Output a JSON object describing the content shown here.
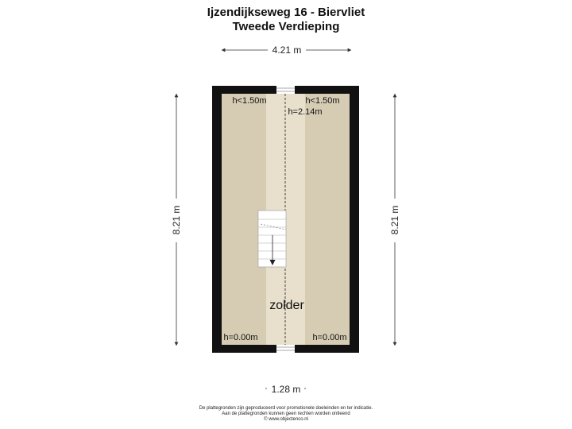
{
  "header": {
    "title": "Ijzendijkseweg 16 - Biervliet",
    "subtitle": "Tweede Verdieping"
  },
  "dimensions": {
    "top": "4.21 m",
    "left": "8.21 m",
    "right": "8.21 m",
    "bottom": "1.28 m"
  },
  "room": {
    "name": "zolder",
    "height_top_left": "h<1.50m",
    "height_top_right": "h<1.50m",
    "height_center": "h=2.14m",
    "height_bottom_left": "h=0.00m",
    "height_bottom_right": "h=0.00m"
  },
  "colors": {
    "wall": "#111111",
    "low_area": "#d6ccb4",
    "center_strip": "#e8e0cc",
    "stair": "#ffffff"
  },
  "footer": {
    "line1": "De plattegronden zijn geproduceerd voor promotionele doeleinden en ter indicatie.",
    "line2": "Aan de plattegronden kunnen geen rechten worden ontleend",
    "line3": "© www.objectenco.nl"
  }
}
